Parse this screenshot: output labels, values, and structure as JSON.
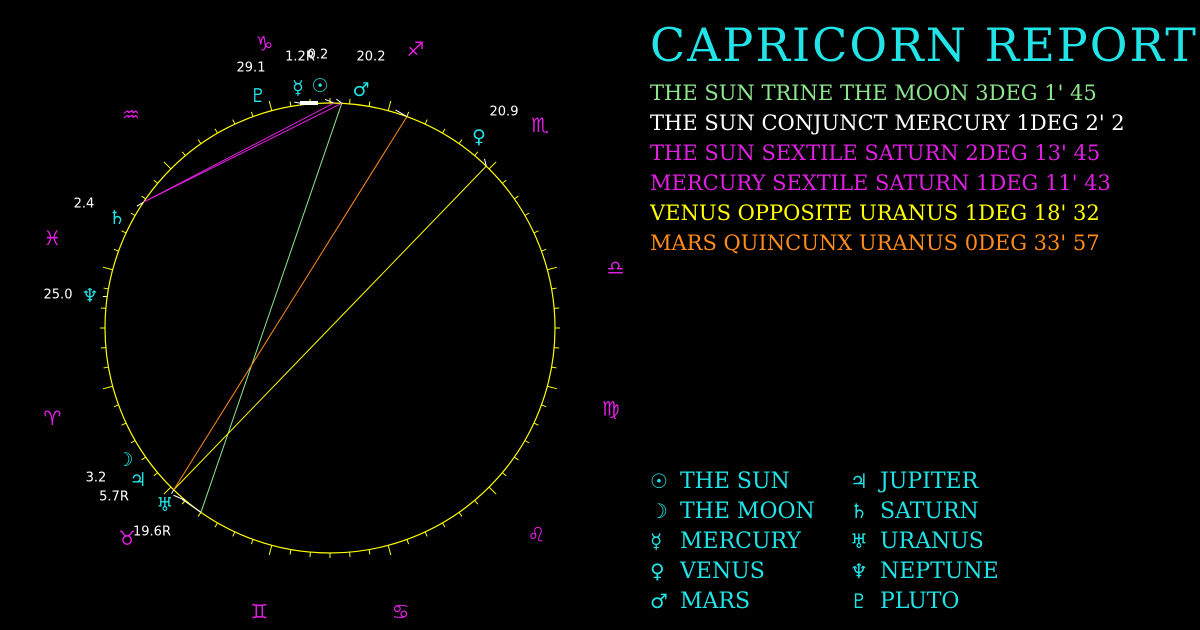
{
  "report": {
    "title": "CAPRICORN REPORT",
    "aspects": [
      {
        "parts": [
          {
            "text": "THE SUN TRINE THE ",
            "color": "#8ee68e"
          },
          {
            "text": "MOON",
            "color": "#8ee68e"
          },
          {
            "text": " 3DEG 1' 45",
            "color": "#8ee68e"
          }
        ]
      },
      {
        "parts": [
          {
            "text": "THE SUN CONJUNCT MERCURY 1DEG 2' 2",
            "color": "#ffffff"
          }
        ]
      },
      {
        "parts": [
          {
            "text": "THE SUN SEXTILE SATURN 2DEG 13' 45",
            "color": "#e020e0"
          }
        ]
      },
      {
        "parts": [
          {
            "text": "MERCURY SEXTILE SATURN 1DEG 11' 43",
            "color": "#e020e0"
          }
        ]
      },
      {
        "parts": [
          {
            "text": "VENUS OPPOSITE URANUS 1DEG 18' 32",
            "color": "#ffff00"
          }
        ]
      },
      {
        "parts": [
          {
            "text": "MARS QUINCUNX URANUS 0DEG 33' 57",
            "color": "#ff8c1a"
          }
        ]
      }
    ]
  },
  "legend": [
    {
      "glyph": "☉",
      "label": "THE SUN",
      "icon": "sun-icon"
    },
    {
      "glyph": "♃",
      "label": "JUPITER",
      "icon": "jupiter-icon"
    },
    {
      "glyph": "☽",
      "label": "THE MOON",
      "icon": "moon-icon"
    },
    {
      "glyph": "♄",
      "label": "SATURN",
      "icon": "saturn-icon"
    },
    {
      "glyph": "☿",
      "label": "MERCURY",
      "icon": "mercury-icon"
    },
    {
      "glyph": "♅",
      "label": "URANUS",
      "icon": "uranus-icon"
    },
    {
      "glyph": "♀",
      "label": "VENUS",
      "icon": "venus-icon"
    },
    {
      "glyph": "♆",
      "label": "NEPTUNE",
      "icon": "neptune-icon"
    },
    {
      "glyph": "♂",
      "label": "MARS",
      "icon": "mars-icon"
    },
    {
      "glyph": "♇",
      "label": "PLUTO",
      "icon": "pluto-icon"
    }
  ],
  "chart": {
    "zodiac": [
      {
        "sign": "capricorn",
        "glyph": "♑"
      },
      {
        "sign": "sagittarius",
        "glyph": "♐"
      },
      {
        "sign": "scorpio",
        "glyph": "♏"
      },
      {
        "sign": "libra",
        "glyph": "♎"
      },
      {
        "sign": "virgo",
        "glyph": "♍"
      },
      {
        "sign": "leo",
        "glyph": "♌"
      },
      {
        "sign": "cancer",
        "glyph": "♋"
      },
      {
        "sign": "gemini",
        "glyph": "♊"
      },
      {
        "sign": "taurus",
        "glyph": "♉"
      },
      {
        "sign": "aries",
        "glyph": "♈"
      },
      {
        "sign": "pisces",
        "glyph": "♓"
      },
      {
        "sign": "aquarius",
        "glyph": "♒"
      }
    ],
    "planets": [
      {
        "name": "sun",
        "glyph": "☉",
        "degree": "0.2"
      },
      {
        "name": "mercury",
        "glyph": "☿",
        "degree": "1.2R"
      },
      {
        "name": "pluto",
        "glyph": "♇",
        "degree": "29.1"
      },
      {
        "name": "mars",
        "glyph": "♂",
        "degree": "20.2"
      },
      {
        "name": "venus",
        "glyph": "♀",
        "degree": "20.9"
      },
      {
        "name": "saturn",
        "glyph": "♄",
        "degree": "2.4"
      },
      {
        "name": "neptune",
        "glyph": "♆",
        "degree": "25.0"
      },
      {
        "name": "moon",
        "glyph": "☽",
        "degree": "3.2"
      },
      {
        "name": "jupiter",
        "glyph": "♃",
        "degree": "5.7R"
      },
      {
        "name": "uranus",
        "glyph": "♅",
        "degree": "19.6R"
      }
    ],
    "aspect_lines": [
      {
        "from": "sun",
        "to": "moon",
        "type": "trine",
        "color": "#8ee68e"
      },
      {
        "from": "sun",
        "to": "saturn",
        "type": "sextile",
        "color": "#e020e0"
      },
      {
        "from": "mercury",
        "to": "saturn",
        "type": "sextile",
        "color": "#e020e0"
      },
      {
        "from": "venus",
        "to": "uranus",
        "type": "opposition",
        "color": "#ffff00"
      },
      {
        "from": "mars",
        "to": "uranus",
        "type": "quincunx",
        "color": "#ff8c1a"
      }
    ],
    "colors": {
      "ring": "#ffff00",
      "sign": "#e020e0",
      "planet": "#22e3e6",
      "label": "#ffffff",
      "title": "#22e3e6"
    }
  }
}
